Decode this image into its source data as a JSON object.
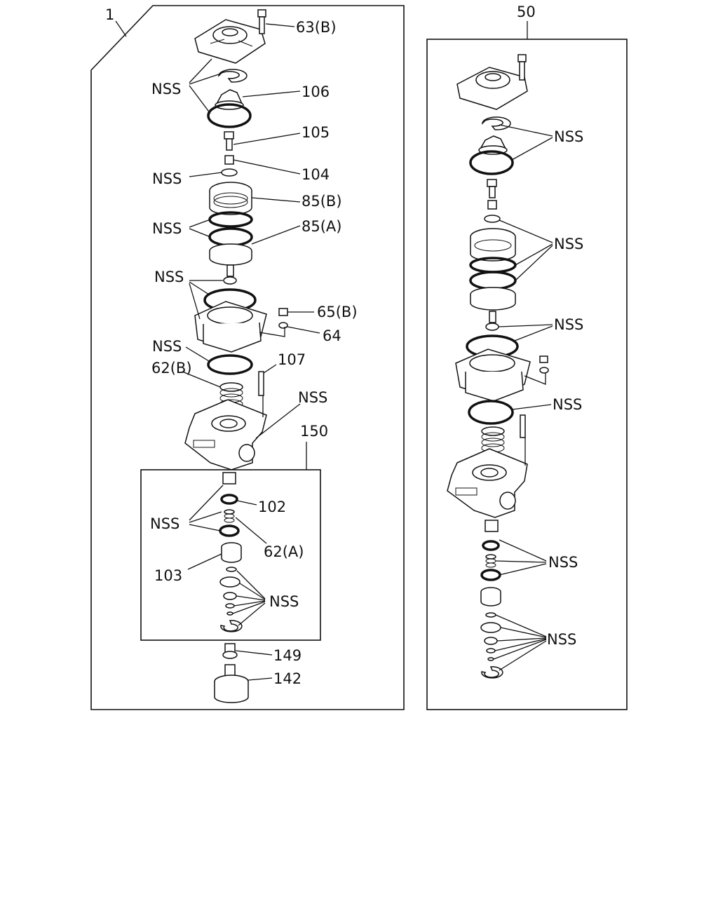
{
  "assemblies": {
    "main": {
      "label": "1"
    },
    "alt": {
      "label": "50"
    },
    "sub": {
      "label": "150"
    }
  },
  "callouts": {
    "c63b": "63(B)",
    "c106": "106",
    "c105": "105",
    "c104": "104",
    "c85b": "85(B)",
    "c85a": "85(A)",
    "c65b": "65(B)",
    "c64": "64",
    "c107": "107",
    "c62b": "62(B)",
    "c102": "102",
    "c62a": "62(A)",
    "c103": "103",
    "c149": "149",
    "c142": "142",
    "nss": "NSS"
  }
}
